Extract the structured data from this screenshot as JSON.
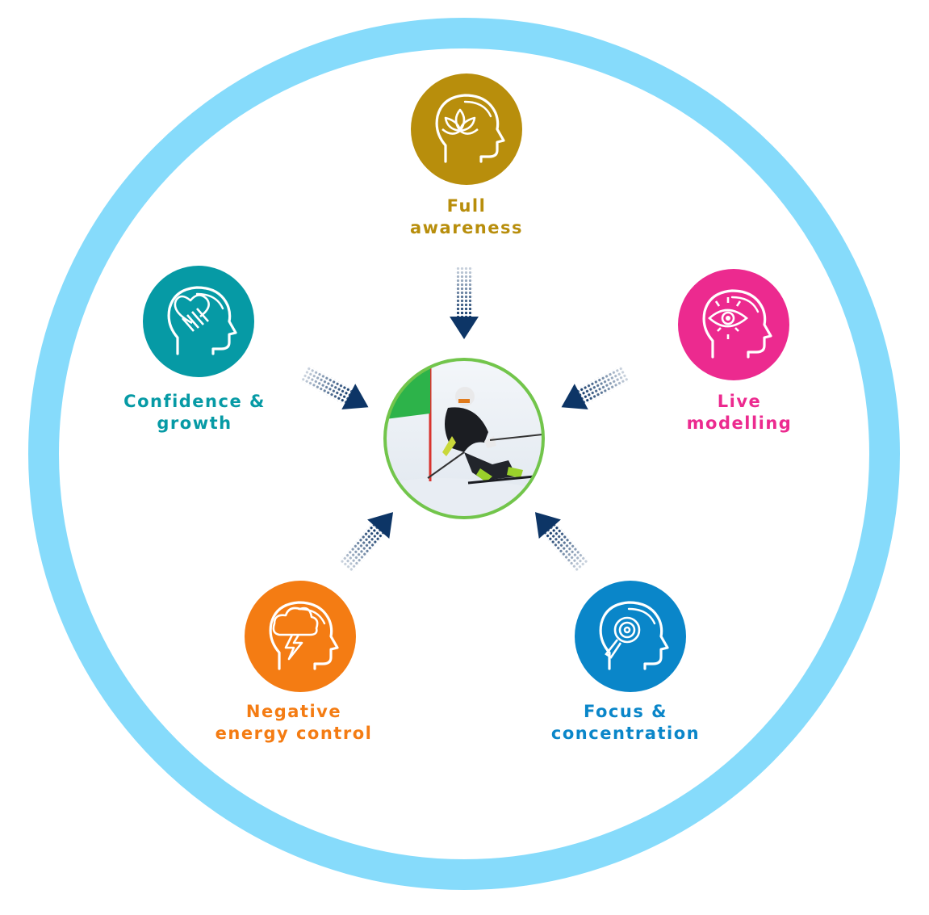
{
  "colors": {
    "ring": "#86dbfb",
    "arrow": "#0d3566",
    "center_border": "#72c54b"
  },
  "center": {
    "image": "skier-on-slalom-course"
  },
  "nodes": [
    {
      "id": "full-awareness",
      "line1": "Full",
      "line2": "awareness",
      "color": "#b88e0c",
      "icon": "lotus-head-icon"
    },
    {
      "id": "live-modelling",
      "line1": "Live",
      "line2": "modelling",
      "color": "#ec2a8f",
      "icon": "eye-head-icon"
    },
    {
      "id": "focus-concentration",
      "line1": "Focus &",
      "line2": "concentration",
      "color": "#0a86c9",
      "icon": "magnifier-head-icon"
    },
    {
      "id": "negative-energy-control",
      "line1": "Negative",
      "line2": "energy control",
      "color": "#f47c13",
      "icon": "storm-cloud-head-icon"
    },
    {
      "id": "confidence-growth",
      "line1": "Confidence &",
      "line2": "growth",
      "color": "#069aa5",
      "icon": "heart-hand-head-icon"
    }
  ]
}
